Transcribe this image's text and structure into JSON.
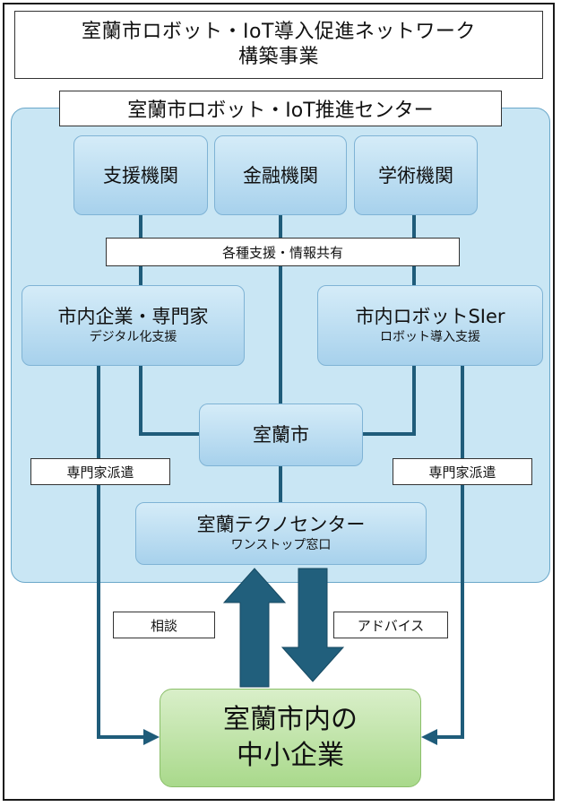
{
  "title": {
    "line1": "室蘭市ロボット・IoT導入促進ネットワーク",
    "line2": "構築事業"
  },
  "center": {
    "label": "室蘭市ロボット・IoT推進センター"
  },
  "institutions": {
    "support": "支援機関",
    "finance": "金融機関",
    "academic": "学術機関"
  },
  "shared_banner": "各種支援・情報共有",
  "companies": {
    "title": "市内企業・専門家",
    "subtitle": "デジタル化支援"
  },
  "sier": {
    "title": "市内ロボットSIer",
    "subtitle": "ロボット導入支援"
  },
  "city": "室蘭市",
  "expert_dispatch_left": "専門家派遣",
  "expert_dispatch_right": "専門家派遣",
  "techno": {
    "title": "室蘭テクノセンター",
    "subtitle": "ワンストップ窓口"
  },
  "consult": "相談",
  "advice": "アドバイス",
  "sme": {
    "line1": "室蘭市内の",
    "line2": "中小企業"
  },
  "colors": {
    "line": "#1f5c7a",
    "panel": "#c9e6f4",
    "node": "#a7d1ec",
    "sme": "#a9d98b"
  }
}
